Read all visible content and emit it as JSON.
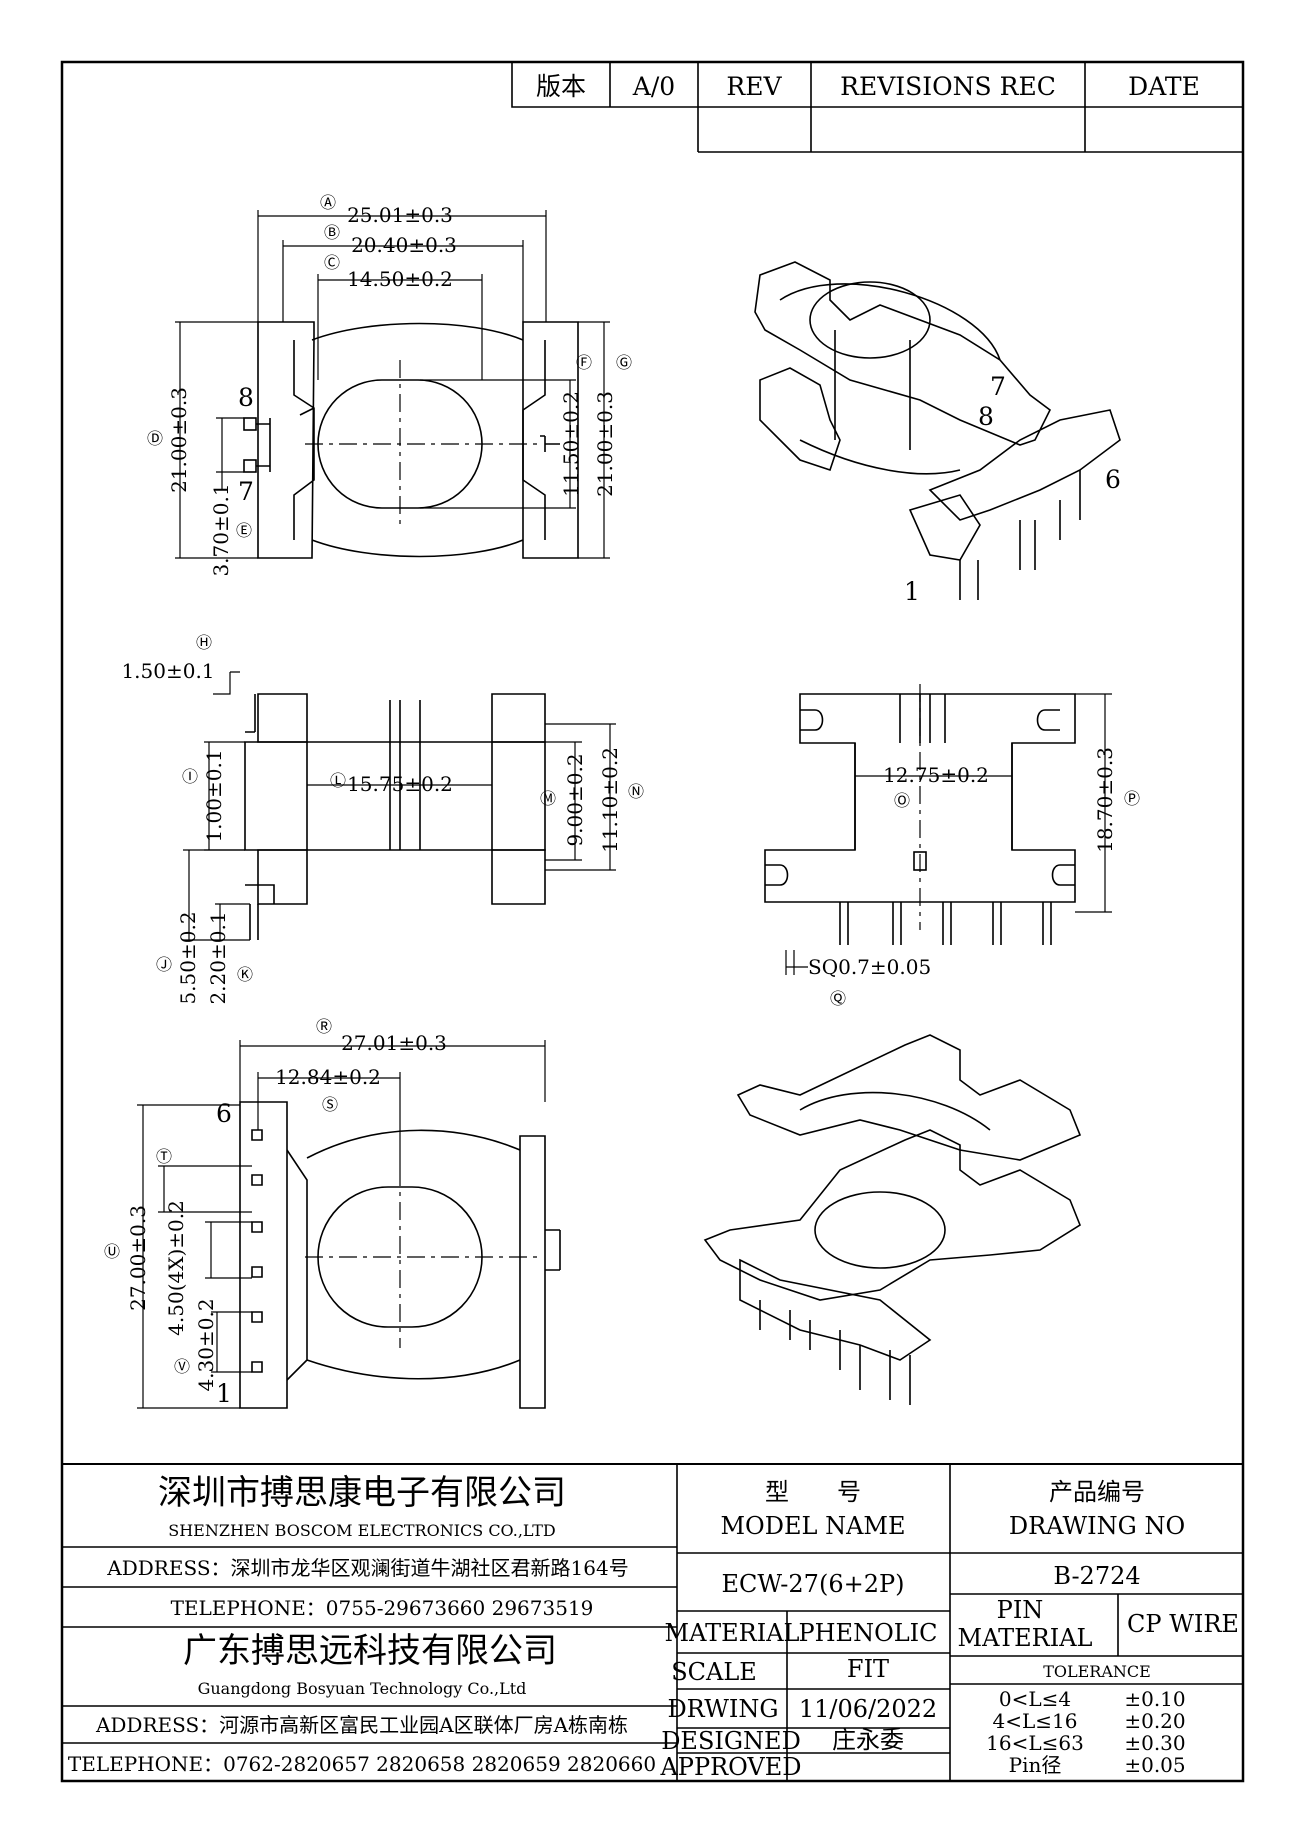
{
  "revision_table": {
    "version_label": "版本",
    "version_value": "A/0",
    "rev_label": "REV",
    "revisions_label": "REVISIONS REC",
    "date_label": "DATE"
  },
  "top_view": {
    "dims": {
      "A": "25.01±0.3",
      "B": "20.40±0.3",
      "C": "14.50±0.2",
      "D": "21.00±0.3",
      "E": "3.70±0.1",
      "F": "11.50±0.2",
      "G": "21.00±0.3"
    },
    "pins": {
      "p8": "8",
      "p7": "7"
    }
  },
  "iso_top": {
    "pins": {
      "p7": "7",
      "p8": "8",
      "p6": "6",
      "p1": "1"
    }
  },
  "side_view": {
    "dims": {
      "H": "1.50±0.1",
      "I": "1.00±0.1",
      "J": "5.50±0.2",
      "K": "2.20±0.1",
      "L": "15.75±0.2",
      "M": "9.00±0.2",
      "N": "11.10±0.2"
    }
  },
  "front_view": {
    "dims": {
      "O": "12.75±0.2",
      "P": "18.70±0.3",
      "Q": "SQ0.7±0.05"
    }
  },
  "bottom_view": {
    "dims": {
      "R": "27.01±0.3",
      "S": "12.84±0.2",
      "T": "4.50(4X)±0.2",
      "U": "27.00±0.3",
      "V": "4.30±0.2"
    },
    "pins": {
      "p6": "6",
      "p1": "1"
    }
  },
  "title_block": {
    "company1_cn": "深圳市搏思康电子有限公司",
    "company1_en": "SHENZHEN BOSCOM ELECTRONICS CO.,LTD",
    "address1": "ADDRESS：深圳市龙华区观澜街道牛湖社区君新路164号",
    "telephone1": "TELEPHONE：0755-29673660 29673519",
    "company2_cn": "广东搏思远科技有限公司",
    "company2_en": "Guangdong Bosyuan Technology Co.,Ltd",
    "address2": "ADDRESS：河源市高新区富民工业园A区联体厂房A栋南栋",
    "telephone2": "TELEPHONE：0762-2820657 2820658 2820659 2820660",
    "model_cn": "型　　号",
    "model_en": "MODEL NAME",
    "model_value": "ECW-27(6+2P)",
    "drawing_cn": "产品编号",
    "drawing_en": "DRAWING NO",
    "drawing_value": "B-2724",
    "material_label": "MATERIAL",
    "material_value": "PHENOLIC",
    "pin_material_label1": "PIN",
    "pin_material_label2": "MATERIAL",
    "pin_material_value": "CP WIRE",
    "scale_label": "SCALE",
    "scale_value": "FIT",
    "drwing_label": "DRWING",
    "drwing_value": "11/06/2022",
    "designed_label": "DESIGNED",
    "designed_value": "庄永委",
    "approved_label": "APPROVED",
    "approved_value": "",
    "tolerance_label": "TOLERANCE",
    "tolerances": [
      {
        "range": "0<L≤4",
        "value": "±0.10"
      },
      {
        "range": "4<L≤16",
        "value": "±0.20"
      },
      {
        "range": "16<L≤63",
        "value": "±0.30"
      },
      {
        "range": "Pin径",
        "value": "±0.05"
      }
    ]
  }
}
